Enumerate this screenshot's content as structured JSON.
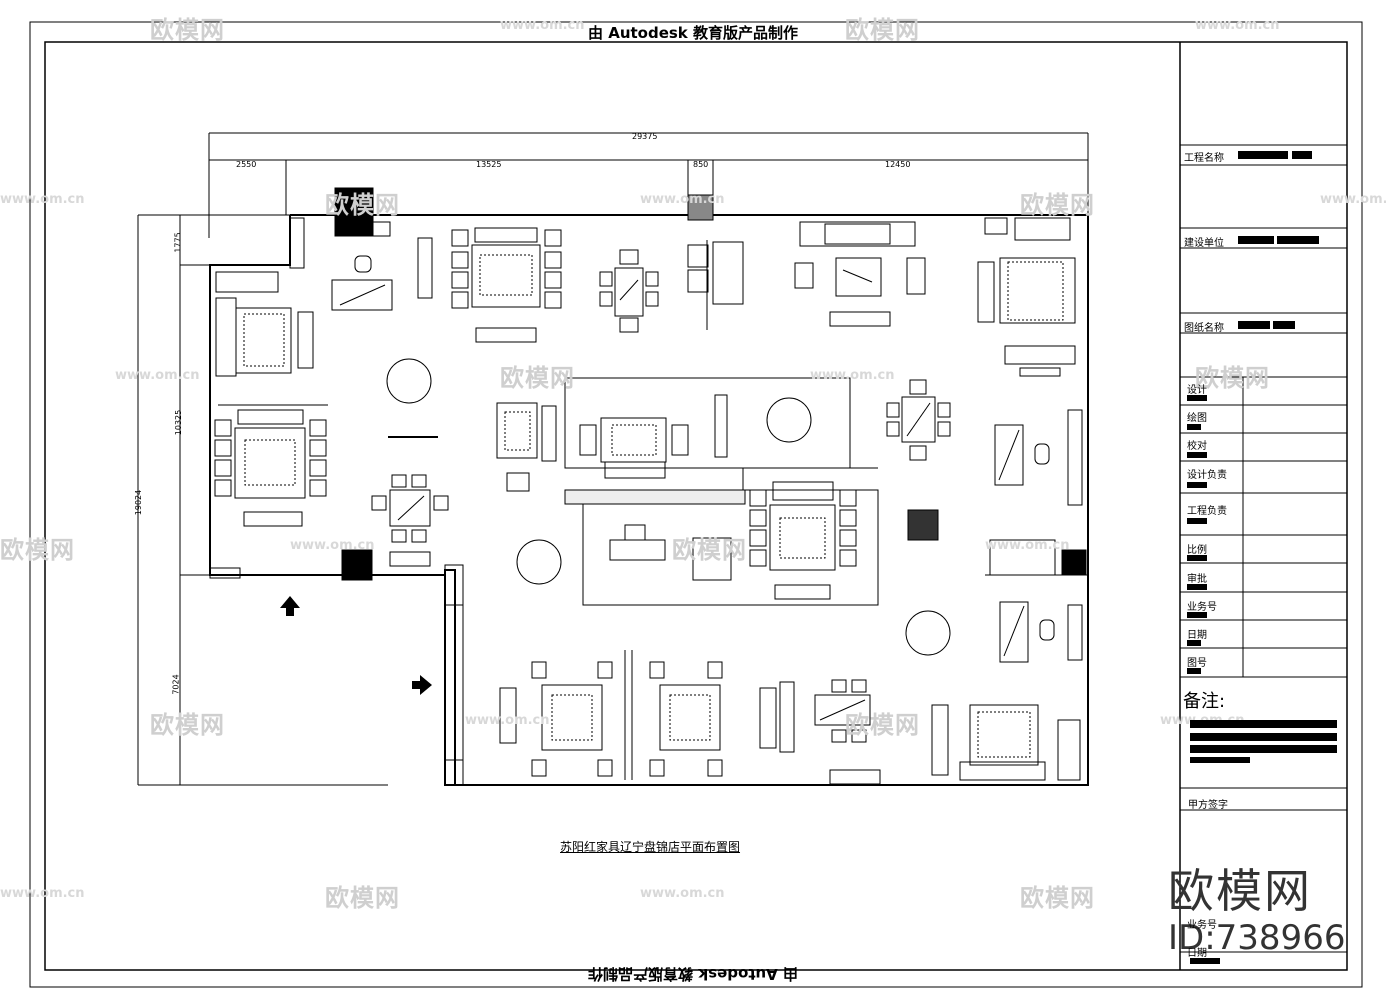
{
  "stamps": {
    "top": "由 Autodesk 教育版产品制作",
    "bottom": "由 Autodesk 教育版产品制作"
  },
  "dimensions": {
    "overall_width": "29375",
    "seg1": "2550",
    "seg2": "13525",
    "seg3": "850",
    "seg4": "12450",
    "left1": "1775",
    "left2": "10325",
    "left3": "19024",
    "left4": "7024"
  },
  "plan_title": "苏阳红家具辽宁盘锦店平面布置图",
  "title_block": {
    "project_name": "工程名称",
    "client": "建设单位",
    "drawing_name": "图纸名称",
    "rows": [
      "设计",
      "绘图",
      "校对",
      "设计负责",
      "工程负责",
      "比例",
      "审批",
      "业务号",
      "日期",
      "图号"
    ],
    "notes_label": "备注:",
    "party_a_sign": "甲方签字",
    "footer_label1": "业务号",
    "footer_label2": "日期"
  },
  "watermark": {
    "brand": "欧模网",
    "url": "www.om.cn",
    "id": "ID:738966"
  }
}
